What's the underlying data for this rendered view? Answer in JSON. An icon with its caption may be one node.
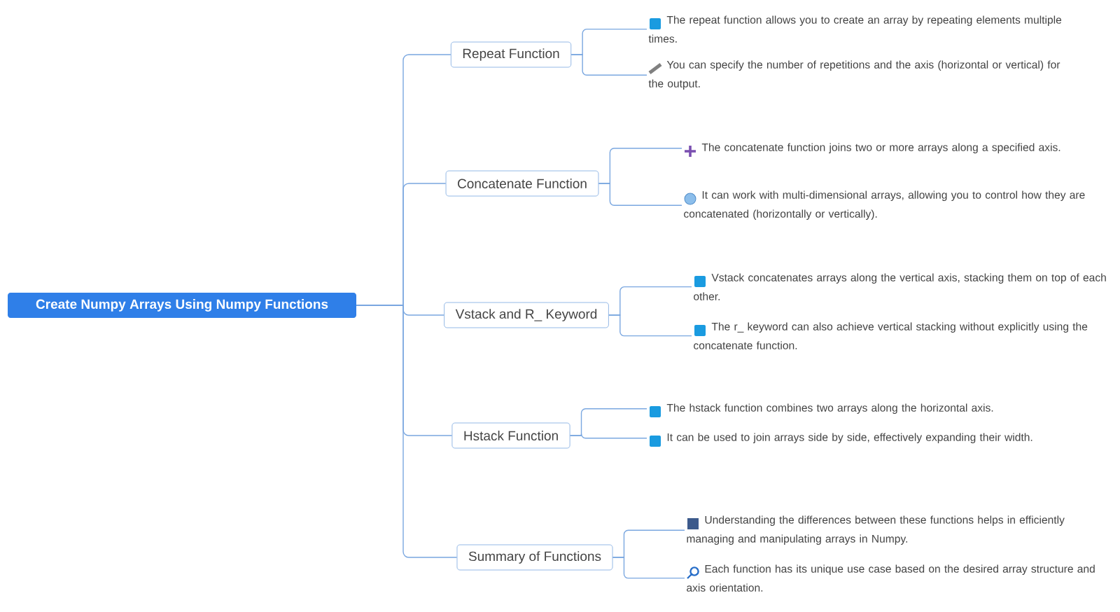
{
  "diagram": {
    "nodes": [
      {
        "text": [
          "Create Numpy Arrays Using Numpy Functions"
        ]
      },
      {
        "text": [
          "Repeat Function"
        ]
      },
      {
        "text": [
          "Concatenate Function"
        ]
      },
      {
        "text": [
          "Vstack and R_ Keyword"
        ]
      },
      {
        "text": [
          "Hstack Function"
        ]
      },
      {
        "text": [
          "Summary of Functions"
        ]
      },
      {
        "text": [
          "The repeat function allows you to create an array by repeating elements multiple times."
        ]
      },
      {
        "text": [
          "You can specify the number of repetitions and the axis (horizontal or vertical) for the output."
        ]
      },
      {
        "text": [
          "The concatenate function joins two or more arrays along a specified axis."
        ]
      },
      {
        "text": [
          "It can work with multi-dimensional arrays, allowing you to control how they are concatenated (horizontally or vertically)."
        ]
      },
      {
        "text": [
          "Vstack concatenates arrays along the vertical axis, stacking them on top of each other."
        ]
      },
      {
        "text": [
          "The r_ keyword can also achieve vertical stacking without explicitly using the concatenate function."
        ]
      },
      {
        "text": [
          "The hstack function combines two arrays along the horizontal axis."
        ]
      },
      {
        "text": [
          "It can be used to join arrays side by side, effectively expanding their width."
        ]
      },
      {
        "text": [
          "Understanding the differences between these functions helps in efficiently managing and manipulating arrays in Numpy."
        ]
      },
      {
        "text": [
          "Each function has its unique use case based on the desired array structure and axis orientation."
        ]
      }
    ],
    "edges": [
      {
        "from": 0,
        "to": 1,
        "arrow": "none"
      },
      {
        "from": 0,
        "to": 2,
        "arrow": "none"
      },
      {
        "from": 0,
        "to": 3,
        "arrow": "none"
      },
      {
        "from": 0,
        "to": 4,
        "arrow": "none"
      },
      {
        "from": 0,
        "to": 5,
        "arrow": "none"
      },
      {
        "from": 1,
        "to": 6,
        "arrow": "none"
      },
      {
        "from": 1,
        "to": 7,
        "arrow": "none"
      },
      {
        "from": 2,
        "to": 8,
        "arrow": "none"
      },
      {
        "from": 2,
        "to": 9,
        "arrow": "none"
      },
      {
        "from": 3,
        "to": 10,
        "arrow": "none"
      },
      {
        "from": 3,
        "to": 11,
        "arrow": "none"
      },
      {
        "from": 4,
        "to": 12,
        "arrow": "none"
      },
      {
        "from": 4,
        "to": 13,
        "arrow": "none"
      },
      {
        "from": 5,
        "to": 14,
        "arrow": "none"
      },
      {
        "from": 5,
        "to": 15,
        "arrow": "none"
      }
    ]
  }
}
